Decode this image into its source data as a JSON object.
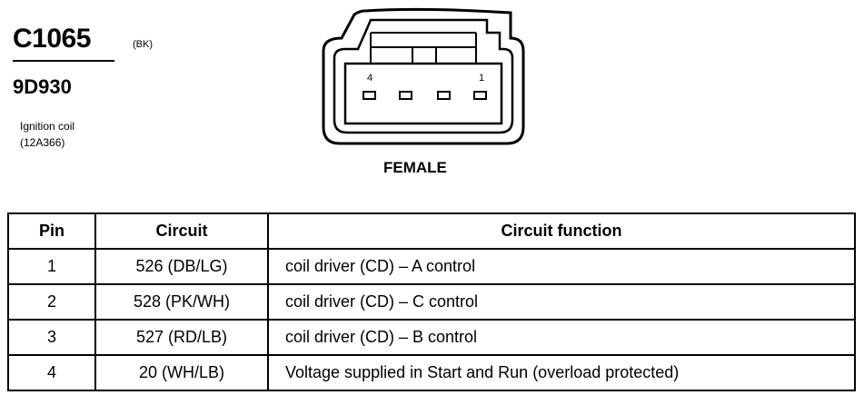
{
  "connector": {
    "id": "C1065",
    "color_code": "(BK)",
    "part_number": "9D930",
    "description_line1": "Ignition coil",
    "description_line2": "(12A366)",
    "gender": "FEMALE",
    "pin_label_left": "4",
    "pin_label_right": "1"
  },
  "table": {
    "headers": [
      "Pin",
      "Circuit",
      "Circuit function"
    ],
    "rows": [
      {
        "pin": "1",
        "circuit": "526 (DB/LG)",
        "function": "coil driver (CD) – A control"
      },
      {
        "pin": "2",
        "circuit": "528 (PK/WH)",
        "function": "coil driver (CD) – C control"
      },
      {
        "pin": "3",
        "circuit": "527 (RD/LB)",
        "function": "coil driver (CD) – B control"
      },
      {
        "pin": "4",
        "circuit": "20 (WH/LB)",
        "function": "Voltage supplied in Start and Run (overload protected)"
      }
    ]
  }
}
